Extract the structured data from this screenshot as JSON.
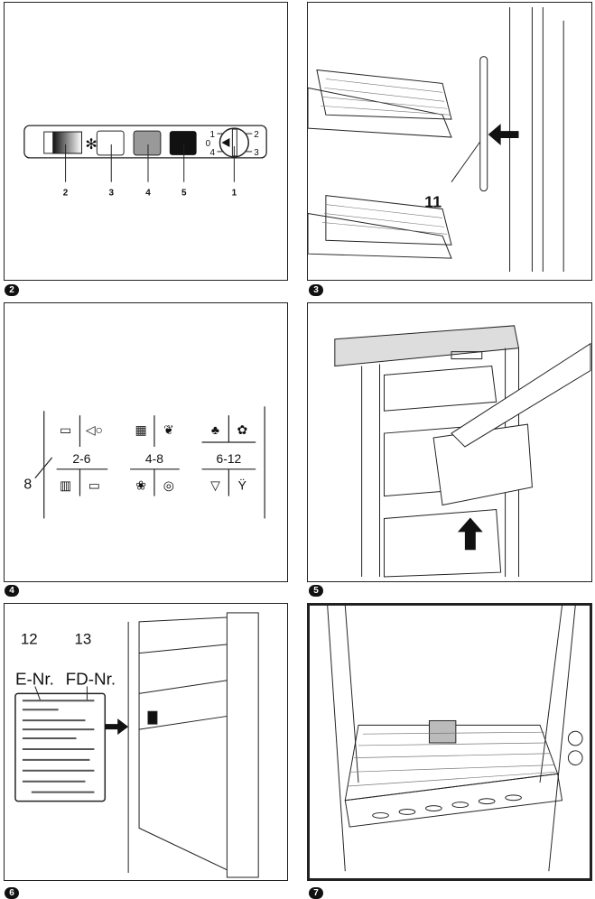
{
  "figures": [
    {
      "number": "2",
      "callouts": [
        "2",
        "3",
        "4",
        "5",
        "1"
      ],
      "dial_marks": [
        "1",
        "2",
        "0",
        "4",
        "3"
      ]
    },
    {
      "number": "3",
      "callouts": [
        "11"
      ]
    },
    {
      "number": "4",
      "callouts": [
        "8"
      ],
      "ranges": [
        "2-6",
        "4-8",
        "6-12"
      ]
    },
    {
      "number": "5"
    },
    {
      "number": "6",
      "callouts": [
        "12",
        "13"
      ],
      "labels": [
        "E-Nr.",
        "FD-Nr."
      ]
    },
    {
      "number": "7"
    }
  ]
}
